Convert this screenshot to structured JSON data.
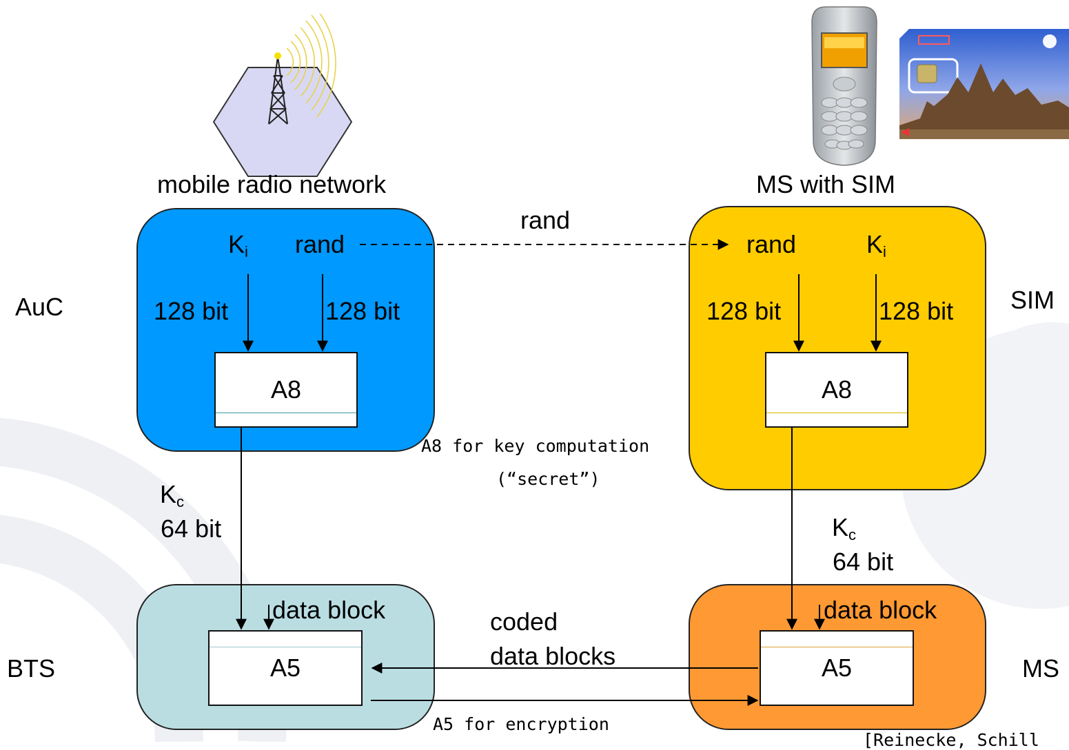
{
  "network_caption": "mobile radio network",
  "ms_caption": "MS with SIM",
  "side_labels": {
    "auc": "AuC",
    "sim": "SIM",
    "bts": "BTS",
    "ms": "MS"
  },
  "auc": {
    "key": "K",
    "key_sub": "i",
    "rand": "rand",
    "bits_left": "128 bit",
    "bits_right": "128 bit",
    "algo": "A8"
  },
  "sim": {
    "rand": "rand",
    "key": "K",
    "key_sub": "i",
    "bits_left": "128 bit",
    "bits_right": "128 bit",
    "algo": "A8"
  },
  "rand_transfer": "rand",
  "a8_note": {
    "line1": "A8 for key computation",
    "line2": "(“secret”)"
  },
  "kc_left": {
    "key": "K",
    "key_sub": "c",
    "bits": "64 bit"
  },
  "kc_right": {
    "key": "K",
    "key_sub": "c",
    "bits": "64 bit"
  },
  "bts": {
    "data_block": "data block",
    "algo": "A5"
  },
  "ms": {
    "data_block": "data block",
    "algo": "A5"
  },
  "coded": {
    "line1": "coded",
    "line2": "data blocks"
  },
  "a5_note": "A5 for encryption",
  "citation": "[Reinecke, Schill",
  "colors": {
    "auc": "#0099FF",
    "sim": "#FFCC00",
    "bts": "#BADDE2",
    "ms": "#FF9933",
    "hexagon": "#D8D8F4"
  }
}
